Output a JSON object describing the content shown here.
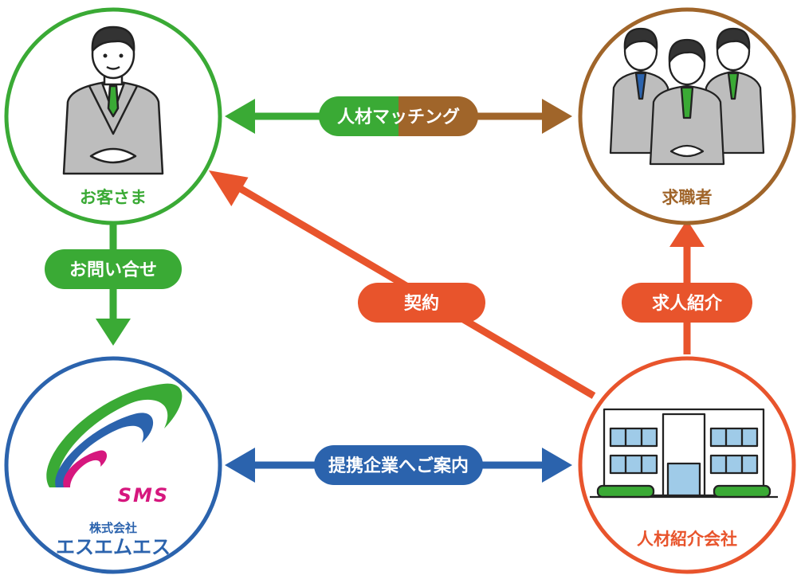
{
  "colors": {
    "green": "#3aaa35",
    "brown": "#a0652a",
    "blue": "#2b63ad",
    "orange": "#e8542c",
    "magenta": "#d6177e",
    "suit": "#bdbdbd",
    "building_glass": "#9fcbe8"
  },
  "nodes": {
    "customer": {
      "label": "お客さま",
      "icon": "businessman-icon"
    },
    "job_seekers": {
      "label": "求職者",
      "icon": "job-seekers-group-icon"
    },
    "sms": {
      "company_prefix": "株式会社",
      "company_name": "エスエムエス",
      "logo_text": "SMS",
      "icon": "sms-logo"
    },
    "agency": {
      "label": "人材紹介会社",
      "icon": "office-building-icon"
    }
  },
  "edges": {
    "matching": {
      "label": "人材マッチング"
    },
    "inquiry": {
      "label": "お問い合せ"
    },
    "contract": {
      "label": "契約"
    },
    "job_intro": {
      "label": "求人紹介"
    },
    "partner_intro": {
      "label": "提携企業へご案内"
    }
  }
}
